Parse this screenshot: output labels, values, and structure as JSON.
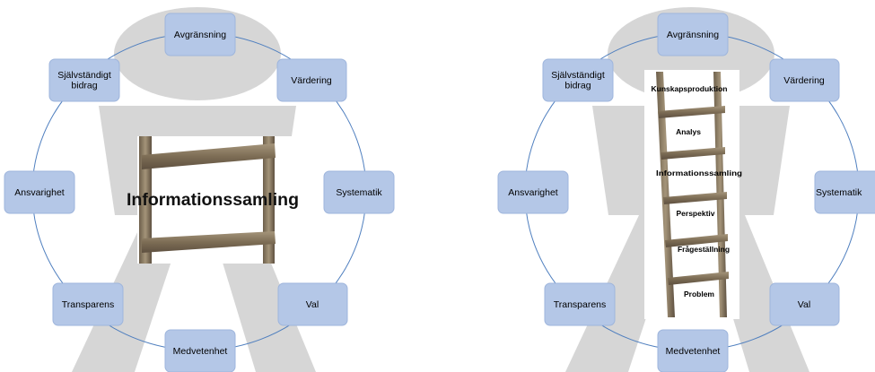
{
  "diagrams": [
    {
      "id": "left",
      "nodes": [
        {
          "key": "top",
          "label": "Avgränsning"
        },
        {
          "key": "upper-right",
          "label": "Värdering"
        },
        {
          "key": "right",
          "label": "Systematik"
        },
        {
          "key": "lower-right",
          "label": "Val"
        },
        {
          "key": "bottom",
          "label": "Medvetenhet"
        },
        {
          "key": "lower-left",
          "label": "Transparens"
        },
        {
          "key": "left",
          "label": "Ansvarighet"
        },
        {
          "key": "upper-left",
          "label": "Självständigt\nbidrag"
        }
      ],
      "zoom_label": "Informationssamling"
    },
    {
      "id": "right",
      "nodes": [
        {
          "key": "top",
          "label": "Avgränsning"
        },
        {
          "key": "upper-right",
          "label": "Värdering"
        },
        {
          "key": "right",
          "label": "Systematik"
        },
        {
          "key": "lower-right",
          "label": "Val"
        },
        {
          "key": "bottom",
          "label": "Medvetenhet"
        },
        {
          "key": "lower-left",
          "label": "Transparens"
        },
        {
          "key": "left",
          "label": "Ansvarighet"
        },
        {
          "key": "upper-left",
          "label": "Självständigt\nbidrag"
        }
      ],
      "ladder_rungs": [
        "Kunskapsproduktion",
        "Analys",
        "Informationssamling",
        "Perspektiv",
        "Frågeställning",
        "Problem"
      ]
    }
  ],
  "colors": {
    "node_fill": "#b4c7e7",
    "node_stroke": "#9eb5dc",
    "ring": "#4f7fbf",
    "figure": "#d6d6d6",
    "wood": "#8a7a62"
  }
}
